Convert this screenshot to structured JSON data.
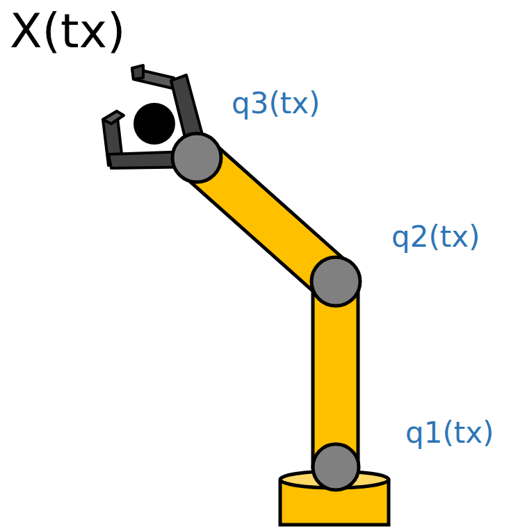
{
  "diagram": {
    "labels": [
      "X(tx)",
      "q3(tx)",
      "q2(tx)",
      "q1(tx)"
    ]
  }
}
